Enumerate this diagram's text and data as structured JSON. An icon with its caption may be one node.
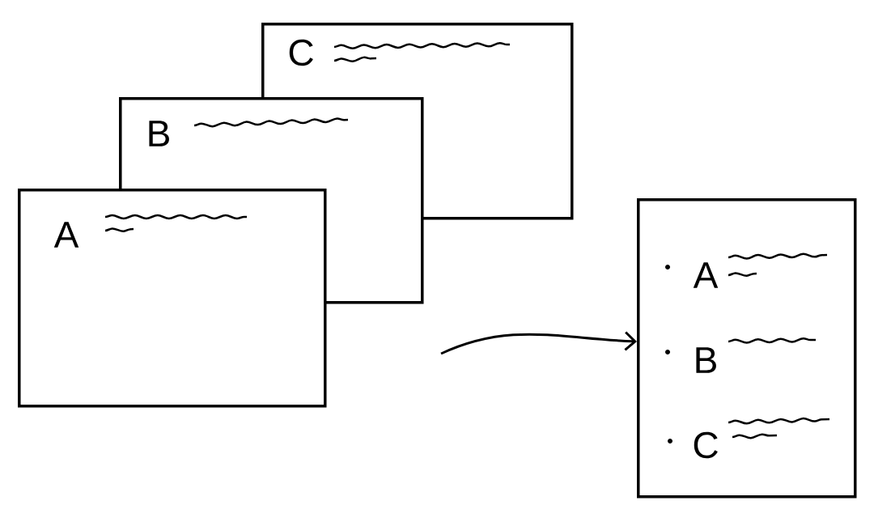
{
  "diagram": {
    "nodes": [
      {
        "text": [
          "C"
        ]
      },
      {
        "text": [
          "B"
        ]
      },
      {
        "text": [
          "A"
        ]
      },
      {
        "text": [
          "A",
          "B",
          "C"
        ]
      }
    ],
    "edges": [
      {
        "from": null,
        "to": 3,
        "arrow": "to"
      }
    ]
  }
}
